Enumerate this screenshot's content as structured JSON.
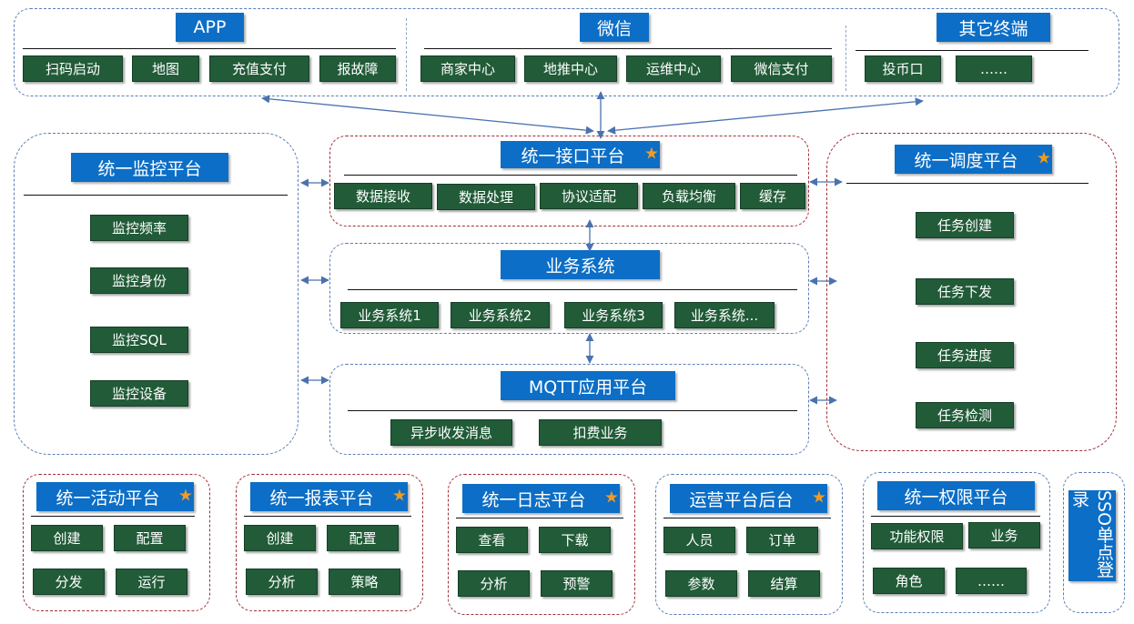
{
  "top": {
    "app": {
      "title": "APP",
      "items": [
        "扫码启动",
        "地图",
        "充值支付",
        "报故障"
      ]
    },
    "wechat": {
      "title": "微信",
      "items": [
        "商家中心",
        "地推中心",
        "运维中心",
        "微信支付"
      ]
    },
    "other": {
      "title": "其它终端",
      "items": [
        "投币口",
        "……"
      ]
    }
  },
  "monitor": {
    "title": "统一监控平台",
    "items": [
      "监控频率",
      "监控身份",
      "监控SQL",
      "监控设备"
    ]
  },
  "interface": {
    "title": "统一接口平台",
    "items": [
      "数据接收",
      "数据处理",
      "协议适配",
      "负载均衡",
      "缓存"
    ]
  },
  "business": {
    "title": "业务系统",
    "items": [
      "业务系统1",
      "业务系统2",
      "业务系统3",
      "业务系统..."
    ]
  },
  "mqtt": {
    "title": "MQTT应用平台",
    "items": [
      "异步收发消息",
      "扣费业务"
    ]
  },
  "schedule": {
    "title": "统一调度平台",
    "items": [
      "任务创建",
      "任务下发",
      "任务进度",
      "任务检测"
    ]
  },
  "activity": {
    "title": "统一活动平台",
    "items": [
      "创建",
      "配置",
      "分发",
      "运行"
    ]
  },
  "report": {
    "title": "统一报表平台",
    "items": [
      "创建",
      "配置",
      "分析",
      "策略"
    ]
  },
  "log": {
    "title": "统一日志平台",
    "items": [
      "查看",
      "下载",
      "分析",
      "预警"
    ]
  },
  "ops": {
    "title": "运营平台后台",
    "items": [
      "人员",
      "订单",
      "参数",
      "结算"
    ]
  },
  "auth": {
    "title": "统一权限平台",
    "items": [
      "功能权限",
      "业务",
      "角色",
      "……"
    ]
  },
  "sso": {
    "title": "SSO单点登录"
  },
  "colors": {
    "title_blue": "#0c6ec6",
    "chip_green": "#215b38",
    "star": "#f39a1f",
    "dash_blue": "#5b7fb5",
    "dash_red": "#a0303a"
  }
}
